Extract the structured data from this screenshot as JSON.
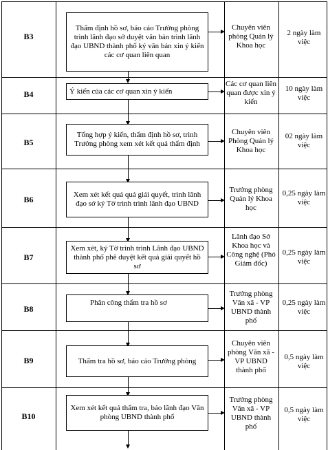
{
  "rows": [
    {
      "step": "B3",
      "action": "Thẩm định hồ sơ, báo cáo Trưởng phòng trình lãnh đạo sở duyệt văn bản trình lãnh đạo UBND thành phố ký văn bản xin ý kiến các cơ quan liên quan",
      "responsible": "Chuyên viên phòng Quản lý Khoa học",
      "time": "2 ngày làm việc"
    },
    {
      "step": "B4",
      "action": "Ý kiến của các cơ quan xin ý kiến",
      "responsible": "Các cơ quan liên quan được xin ý kiến",
      "time": "10 ngày làm việc"
    },
    {
      "step": "B5",
      "action": "Tổng hợp ý kiến, thẩm định hồ sơ, trình Trưởng phòng xem xét kết quả thẩm định",
      "responsible": "Chuyên viên Phòng Quản lý Khoa học",
      "time": "02 ngày làm việc"
    },
    {
      "step": "B6",
      "action": "Xem xét kết quả quả giải quyết, trình lãnh đạo sở ký Tờ trình trình lãnh đạo UBND",
      "responsible": "Trưởng phòng Quản lý Khoa học",
      "time": "0,25 ngày làm việc"
    },
    {
      "step": "B7",
      "action": "Xem xét, ký Tờ trình trình Lãnh đạo UBND thành phố phê duyệt kết quả giải quyết hồ sơ",
      "responsible": "Lãnh đạo Sở Khoa học và Công nghệ (Phó Giám đốc)",
      "time": "0,25 ngày làm việc"
    },
    {
      "step": "B8",
      "action": "Phân công thẩm tra hồ sơ",
      "responsible": "Trưởng phòng Văn xã - VP UBND thành phố",
      "time": "0,25 ngày làm việc"
    },
    {
      "step": "B9",
      "action": "Thẩm tra hồ sơ, báo cáo Trưởng phòng",
      "responsible": "Chuyên viên phòng Văn xã - VP UBND thành phố",
      "time": "0,5 ngày làm việc"
    },
    {
      "step": "B10",
      "action": "Xem xét kết quả thẩm tra, báo lãnh đạo Văn phòng UBND thành phố",
      "responsible": "Trưởng phòng Văn xã - VP UBND thành phố",
      "time": "0,5 ngày làm việc"
    }
  ]
}
